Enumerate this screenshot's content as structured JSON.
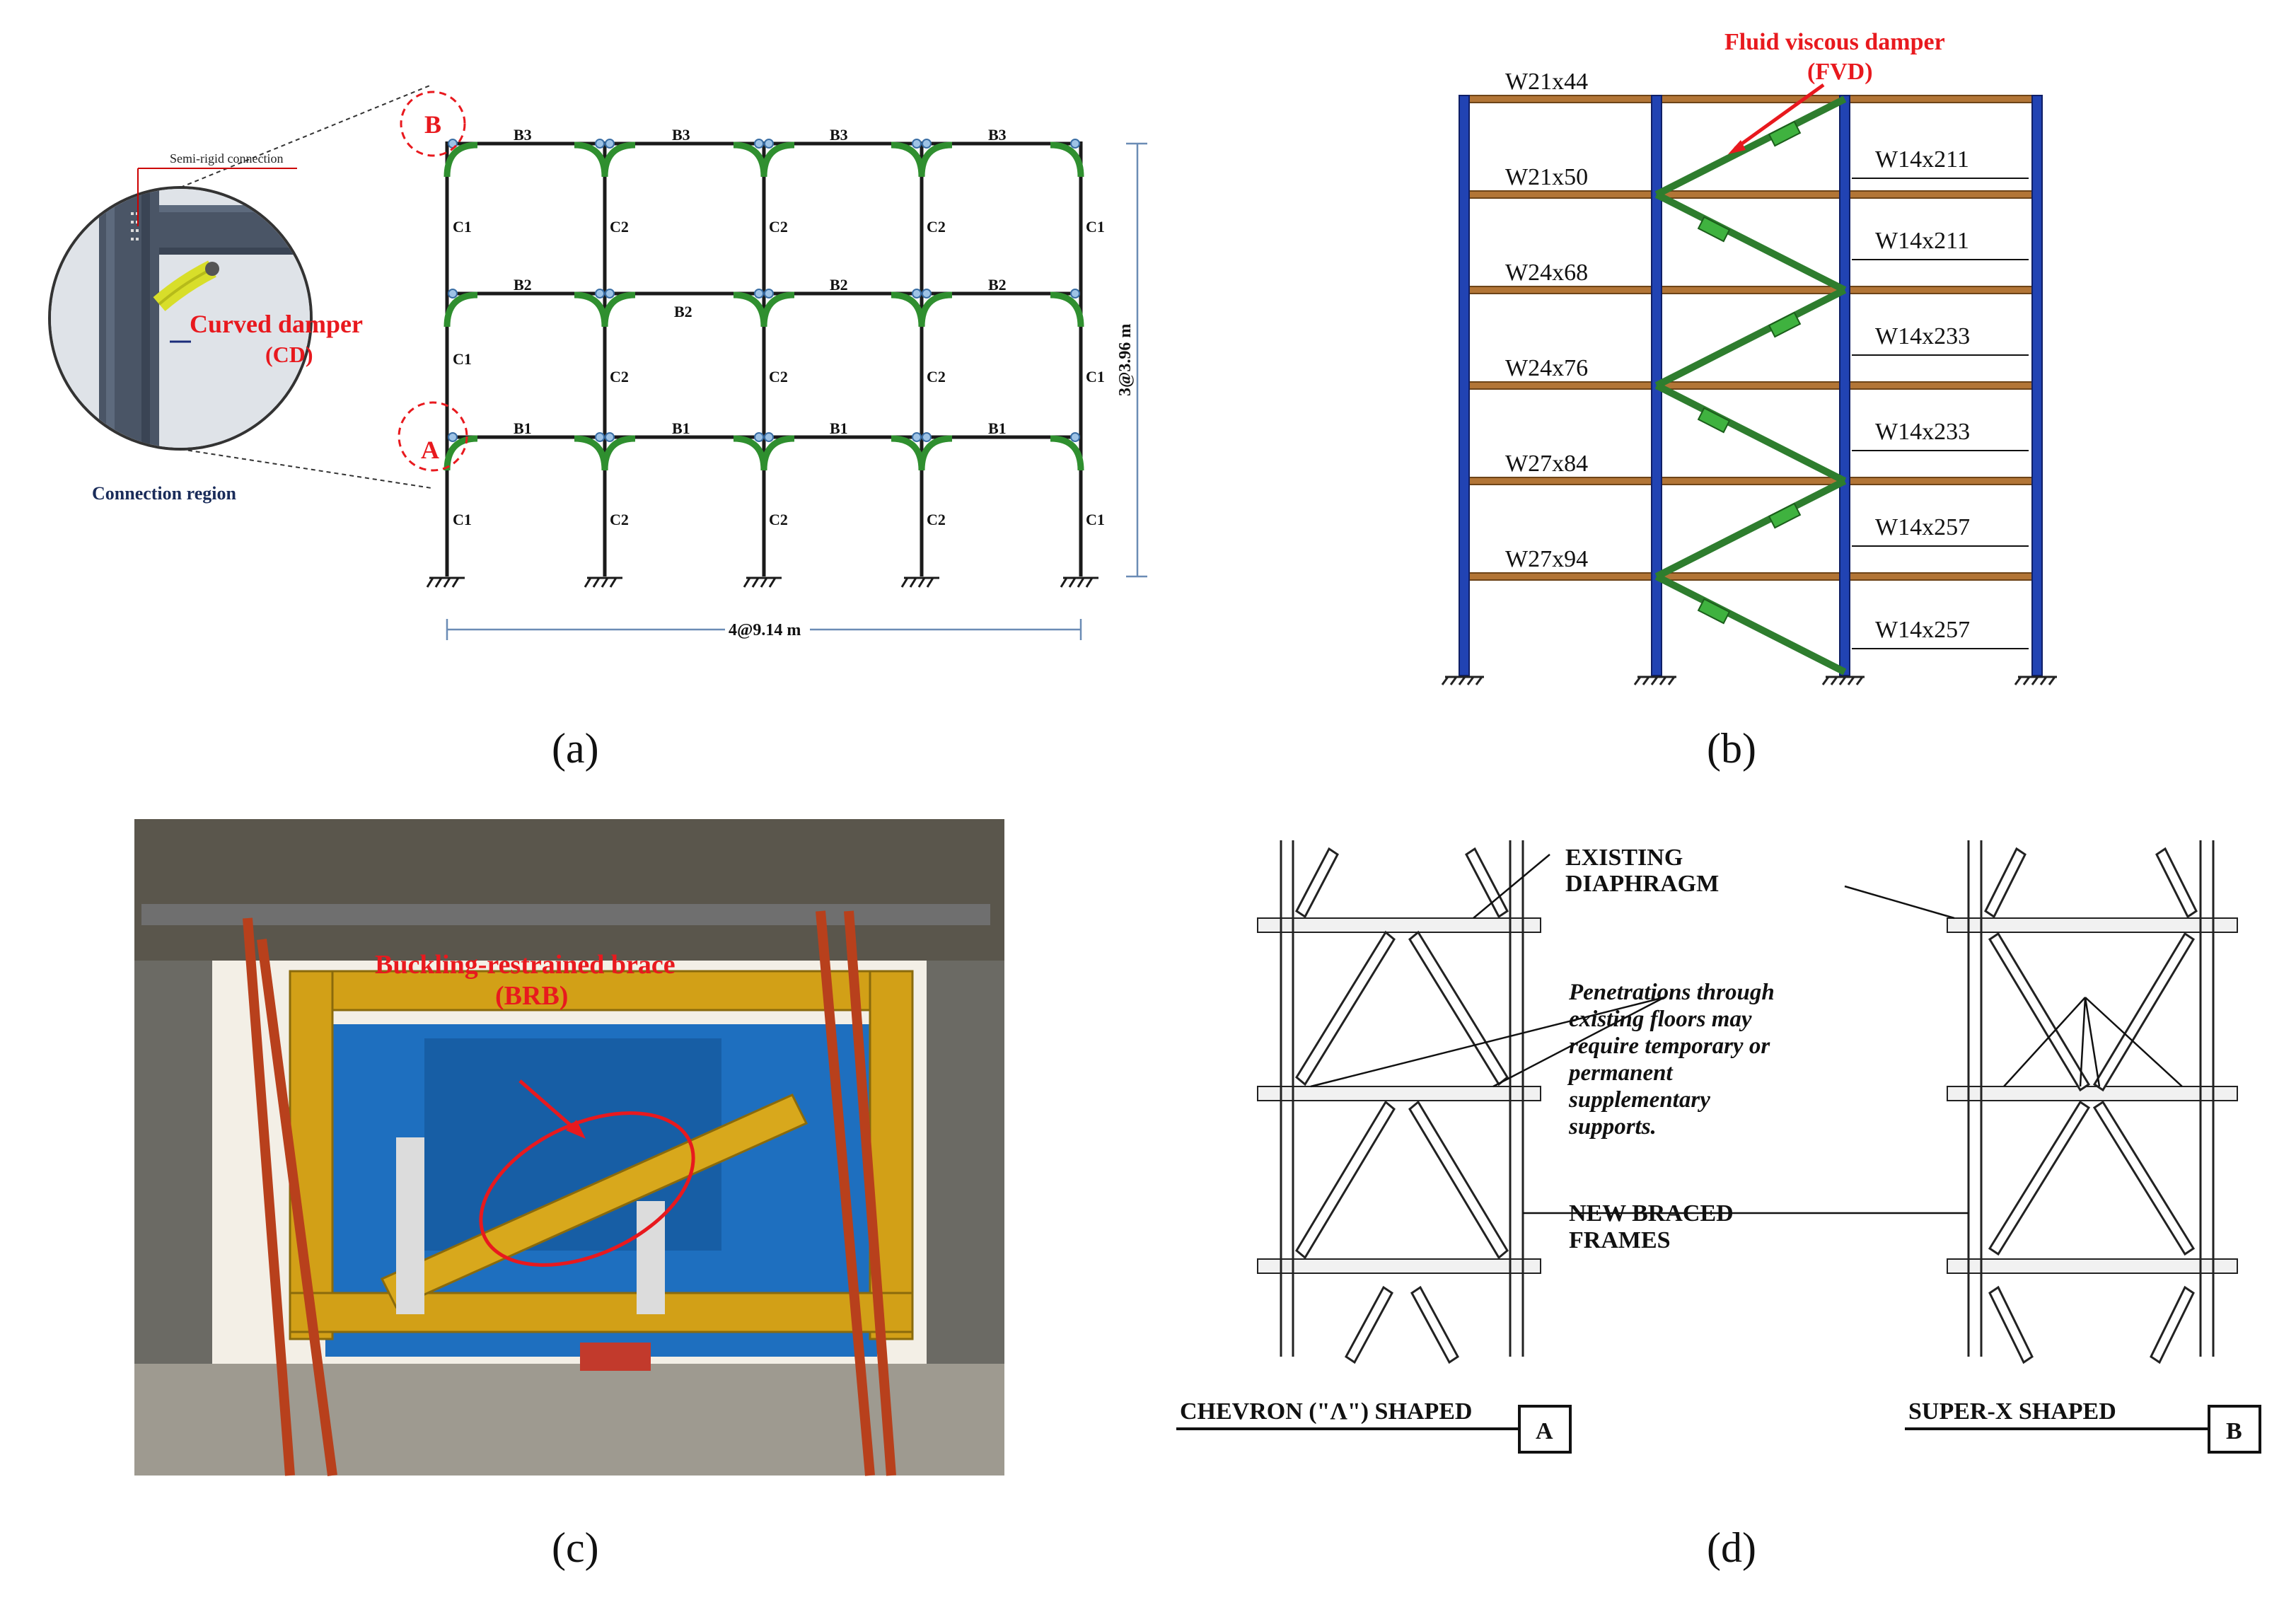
{
  "panel_a": {
    "callout_label": "Semi-rigid connection",
    "damper_label_line1": "Curved damper",
    "damper_label_line2": "(CD)",
    "region_label": "Connection region",
    "marker_a": "A",
    "marker_b": "B",
    "beam_labels_row3": [
      "B3",
      "B3",
      "B3",
      "B3"
    ],
    "beam_labels_row2": [
      "B2",
      "B2",
      "B2",
      "B2"
    ],
    "beam_labels_row1": [
      "B1",
      "B1",
      "B1",
      "B1"
    ],
    "column_labels": [
      "C1",
      "C2",
      "C2",
      "C2",
      "C1"
    ],
    "height_dim": "3@3.96 m",
    "width_dim": "4@9.14 m",
    "caption": "(a)"
  },
  "panel_b": {
    "damper_label_line1": "Fluid viscous damper",
    "damper_label_line2": "(FVD)",
    "beam_sizes": [
      "W21x44",
      "W21x50",
      "W24x68",
      "W24x76",
      "W27x84",
      "W27x94"
    ],
    "column_sizes": [
      "W14x211",
      "W14x211",
      "W14x233",
      "W14x233",
      "W14x257",
      "W14x257"
    ],
    "caption": "(b)"
  },
  "panel_c": {
    "brace_label_line1": "Buckling-restrained brace",
    "brace_label_line2": "(BRB)",
    "caption": "(c)"
  },
  "panel_d": {
    "diaphragm_line1": "EXISTING",
    "diaphragm_line2": "DIAPHRAGM",
    "note_lines": [
      "Penetrations through",
      "existing floors may",
      "require temporary or",
      "permanent",
      "supplementary",
      "supports."
    ],
    "frames_line1": "NEW BRACED",
    "frames_line2": "FRAMES",
    "chevron_title": "CHEVRON (\"Λ\") SHAPED",
    "chevron_tag": "A",
    "superx_title": "SUPER-X SHAPED",
    "superx_tag": "B",
    "caption": "(d)"
  },
  "colors": {
    "red_annotation": "#e8191e",
    "column_blue": "#1f3ca8",
    "beam_brown": "#a86a2c",
    "damper_green": "#2e8b2e",
    "yellow_frame": "#d3a018",
    "tarp_blue": "#1e6fbf"
  }
}
